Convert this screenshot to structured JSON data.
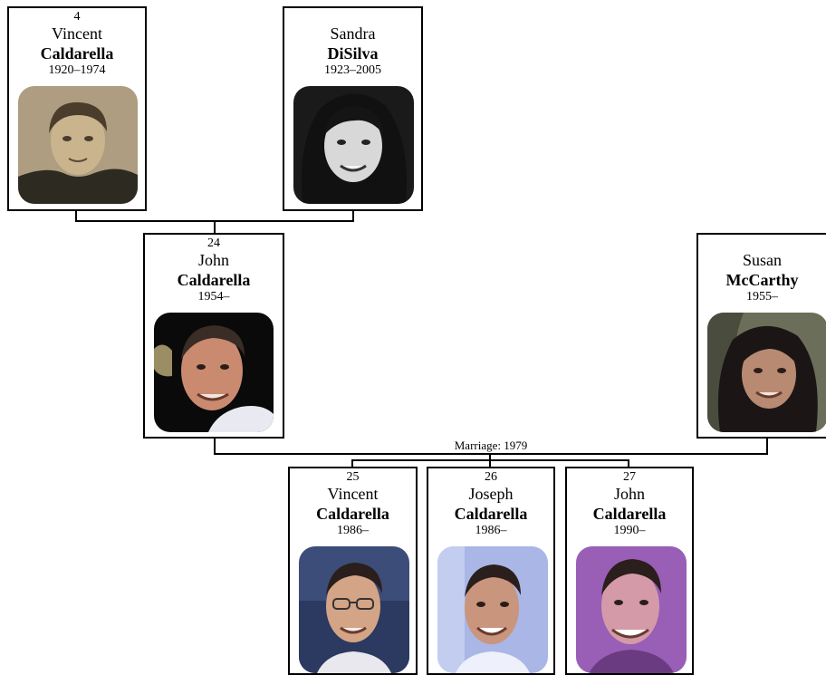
{
  "people": {
    "vincent_sr": {
      "number": "4",
      "given": "Vincent",
      "surname": "Caldarella",
      "years": "1920–1974"
    },
    "sandra": {
      "number": "",
      "given": "Sandra",
      "surname": "DiSilva",
      "years": "1923–2005"
    },
    "john_sr": {
      "number": "24",
      "given": "John",
      "surname": "Caldarella",
      "years": "1954–"
    },
    "susan": {
      "number": "",
      "given": "Susan",
      "surname": "McCarthy",
      "years": "1955–"
    },
    "vincent_jr": {
      "number": "25",
      "given": "Vincent",
      "surname": "Caldarella",
      "years": "1986–"
    },
    "joseph": {
      "number": "26",
      "given": "Joseph",
      "surname": "Caldarella",
      "years": "1986–"
    },
    "john_jr": {
      "number": "27",
      "given": "John",
      "surname": "Caldarella",
      "years": "1990–"
    }
  },
  "marriage": {
    "label": "Marriage: 1979"
  },
  "colors": {
    "line": "#000000",
    "card_border": "#000000",
    "background": "#ffffff"
  }
}
